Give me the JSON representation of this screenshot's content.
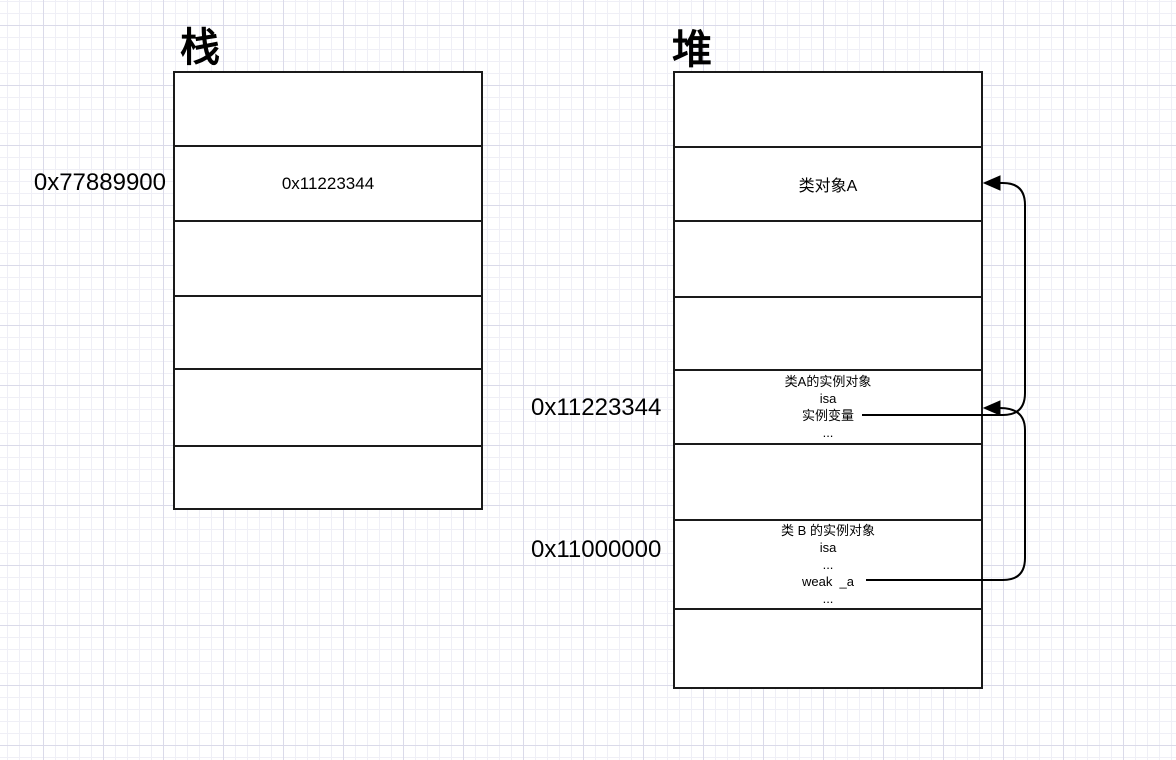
{
  "titles": {
    "stack": "栈",
    "heap": "堆"
  },
  "stack_table": {
    "address_label": "0x77889900",
    "rows": [
      "",
      "0x11223344",
      "",
      "",
      "",
      ""
    ]
  },
  "heap_table": {
    "address_labels": [
      "0x11223344",
      "0x11000000"
    ],
    "rows": [
      [],
      [
        "类对象A"
      ],
      [],
      [],
      [
        "类A的实例对象",
        "isa",
        "实例变量",
        "..."
      ],
      [],
      [
        "类 B 的实例对象",
        "isa",
        "...",
        "weak  _a",
        "..."
      ],
      []
    ]
  },
  "arrows": [
    {
      "name": "instance-var-to-class-object",
      "from": "实例变量",
      "to": "类对象A"
    },
    {
      "name": "weak-a-to-instance-object",
      "from": "weak  _a",
      "to": "类A的实例对象"
    }
  ],
  "colors": {
    "line": "#1a1a1a",
    "arrow": "#000000",
    "grid_minor": "#efeff6",
    "grid_major": "#dadae9",
    "background": "#ffffff"
  }
}
